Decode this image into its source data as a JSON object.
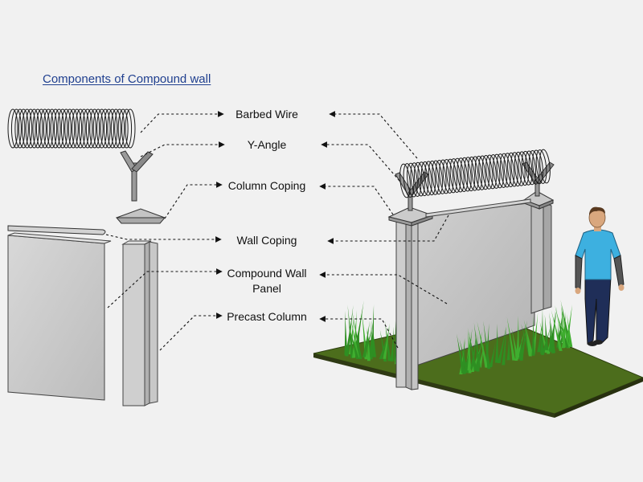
{
  "title": "Components of Compound wall",
  "labels": {
    "barbed_wire": "Barbed Wire",
    "y_angle": "Y-Angle",
    "column_coping": "Column Coping",
    "wall_coping": "Wall Coping",
    "panel_line1": "Compound Wall",
    "panel_line2": "Panel",
    "precast_column": "Precast Column"
  },
  "colors": {
    "background": "#f1f1f1",
    "concrete": "#c9c9c9",
    "ground": "#4e6b1f",
    "grass": "#3fae2f",
    "title": "#1f3f8f",
    "shirt": "#3fb0e0",
    "pants": "#1e2f5a"
  }
}
